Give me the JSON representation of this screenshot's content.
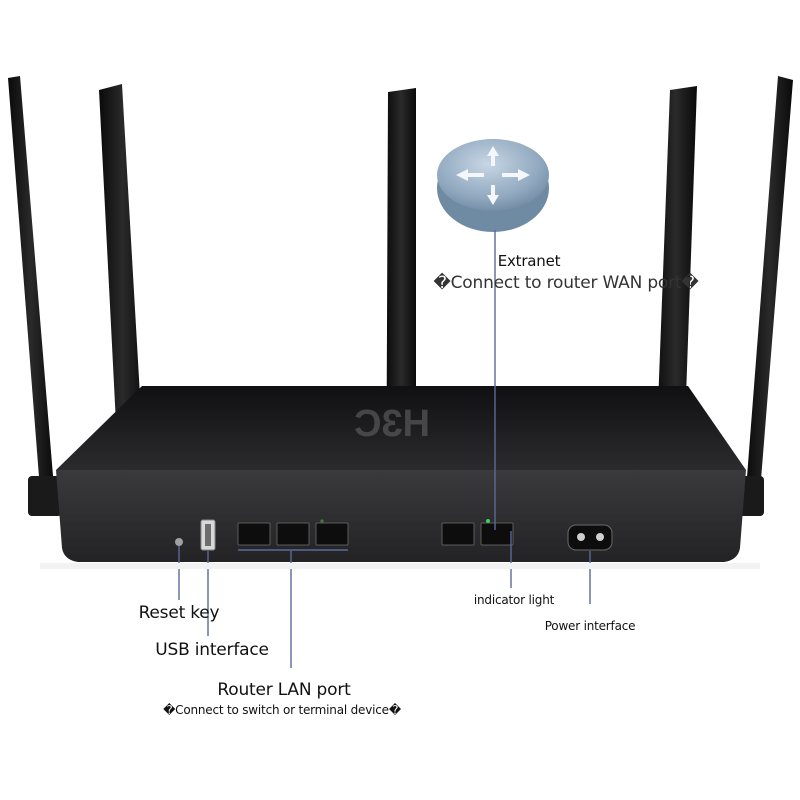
{
  "brand": "H3C",
  "labels": {
    "extranet": "Extranet",
    "extranet_sub": "�Connect to router WAN port�",
    "reset": "Reset key",
    "usb": "USB interface",
    "lan": "Router LAN port",
    "lan_sub": "�Connect to switch or terminal device�",
    "indicator": "indicator light",
    "power": "Power interface"
  },
  "colors": {
    "body": "#2a2a2c",
    "body_top": "#1c1c1e",
    "antenna": "#141414",
    "leader": "#5a6a9a",
    "icon": "#8fa7bf"
  }
}
